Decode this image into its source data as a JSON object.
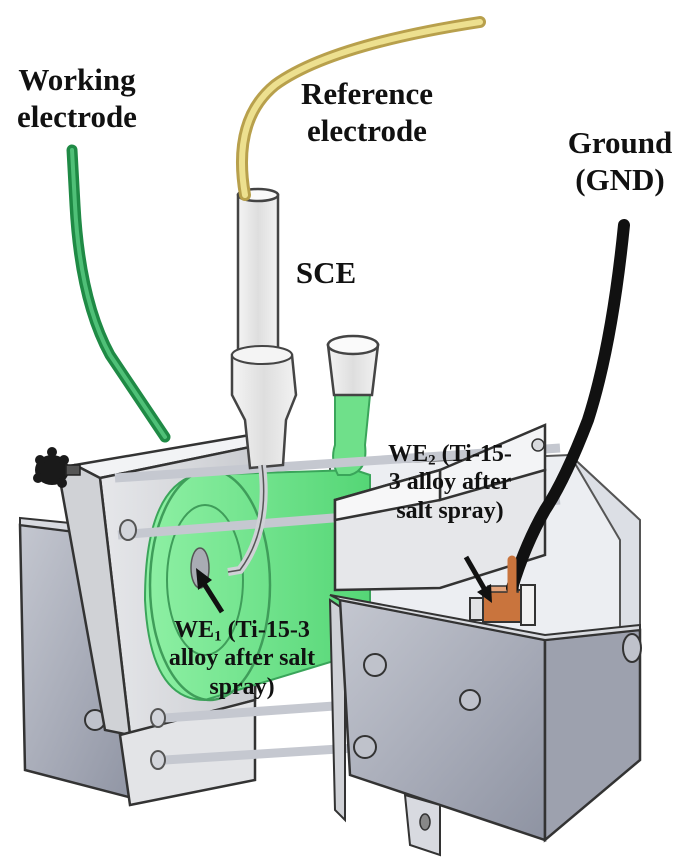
{
  "labels": {
    "working_electrode": [
      "Working",
      "electrode"
    ],
    "reference_electrode": [
      "Reference",
      "electrode"
    ],
    "ground": [
      "Ground",
      "(GND)"
    ],
    "sce": "SCE",
    "we2": {
      "prefix": "WE",
      "sub": "2",
      "line1_rest": " (Ti-15-",
      "line2": "3 alloy after",
      "line3": "salt spray)"
    },
    "we1": {
      "prefix": "WE",
      "sub": "1",
      "line1_rest": " (Ti-15-3",
      "line2": "alloy after salt",
      "line3": "spray)"
    }
  },
  "colors": {
    "electrolyte": "#6fe08a",
    "working_wire": "#1f8a45",
    "reference_wire": "#e3d47a",
    "ground_wire": "#111111",
    "frame": "#d9dadd",
    "side_panel": "#a8acb8",
    "copper": "#c9743d"
  }
}
